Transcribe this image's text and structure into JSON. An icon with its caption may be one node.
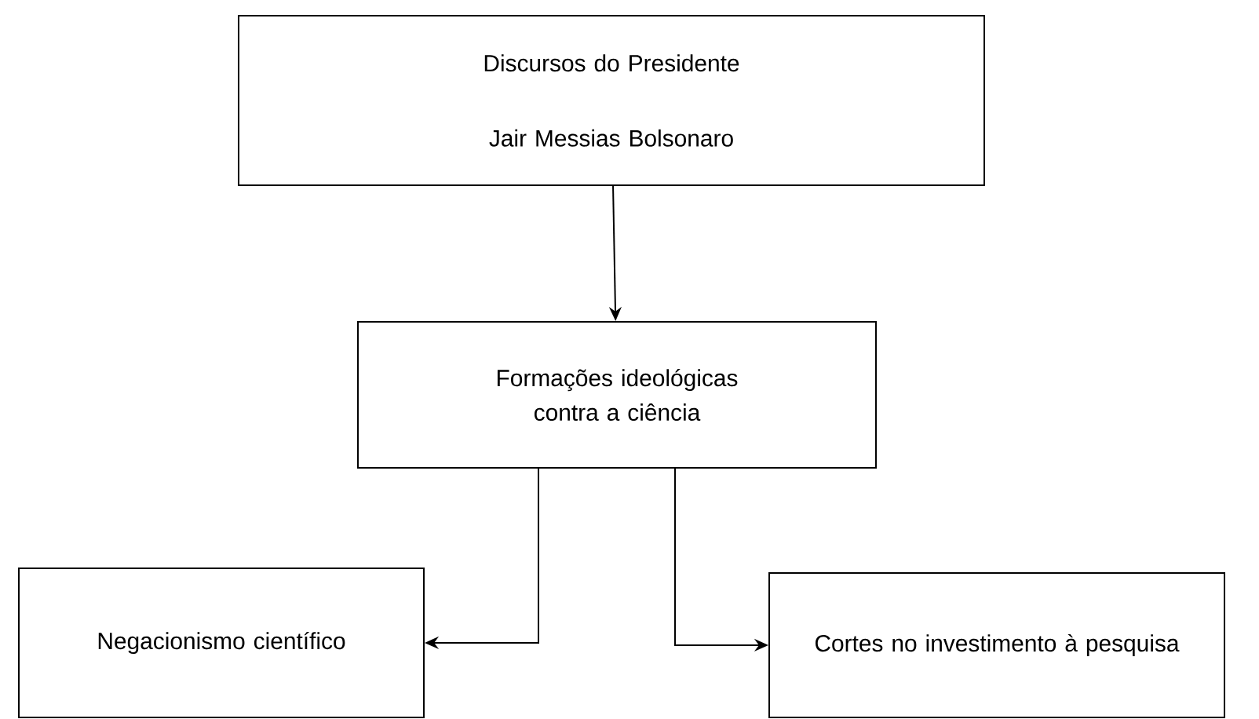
{
  "diagram": {
    "nodes": [
      {
        "text": [
          "Discursos do Presidente Jair Messias Bolsonaro"
        ]
      },
      {
        "text": [
          "Formações ideológicas contra a ciência"
        ]
      },
      {
        "text": [
          "Negacionismo científico"
        ]
      },
      {
        "text": [
          "Cortes no investimento à pesquisa"
        ]
      }
    ],
    "edges": [
      {
        "from": 0,
        "to": 1,
        "arrow": "to"
      },
      {
        "from": 1,
        "to": 2,
        "arrow": "to"
      },
      {
        "from": 1,
        "to": 3,
        "arrow": "to"
      }
    ]
  }
}
